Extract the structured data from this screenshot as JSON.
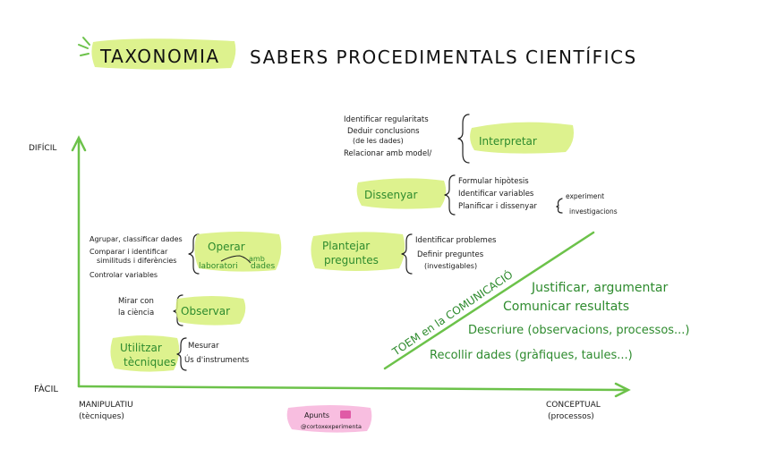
{
  "title": {
    "tag": "TAXONOMIA",
    "main": "SABERS PROCEDIMENTALS CIENTÍFICS"
  },
  "axes": {
    "y_top": "DIFÍCIL",
    "y_bottom": "FÀCIL",
    "x_left": "MANIPULATIU",
    "x_left_sub": "(tècniques)",
    "x_right": "CONCEPTUAL",
    "x_right_sub": "(processos)"
  },
  "nodes": {
    "interpretar": {
      "label": "Interpretar",
      "items": [
        "Identificar regularitats",
        "Deduir conclusions",
        "(de les dades)",
        "Relacionar amb model/"
      ]
    },
    "dissenyar": {
      "label": "Dissenyar",
      "items": [
        "Formular hipòtesis",
        "Identificar variables",
        "Planificar i dissenyar"
      ],
      "sub_items": [
        "experiment",
        "investigacions"
      ]
    },
    "operar": {
      "label": "Operar",
      "sub_left": "laboratori",
      "sub_mid": "amb",
      "sub_right": "dades",
      "items": [
        "Agrupar, classificar dades",
        "Comparar i identificar",
        "similituds i diferències",
        "Controlar variables"
      ]
    },
    "plantejar": {
      "label_line1": "Plantejar",
      "label_line2": "preguntes",
      "items": [
        "Identificar problemes",
        "Definir preguntes",
        "(investigables)"
      ]
    },
    "observar": {
      "label": "Observar",
      "items": [
        "Mirar con",
        "la ciència"
      ]
    },
    "utilitzar": {
      "label_line1": "Utilitzar",
      "label_line2": "tècniques",
      "items": [
        "Mesurar",
        "Ús d'instruments"
      ]
    }
  },
  "communication": {
    "label": "TOEM en la COMUNICACIÓ",
    "items": [
      "Justificar, argumentar",
      "Comunicar resultats",
      "Descriure (observacions, processos...)",
      "Recollir dades (gràfiques, taules...)"
    ]
  },
  "signature": {
    "line1": "Apunts",
    "line2": "@cortoxexperimenta"
  },
  "colors": {
    "highlight": "#d7f07a",
    "axis": "#6cc24a",
    "green_text": "#2e8b2e",
    "signature": "#f6a8d6"
  }
}
